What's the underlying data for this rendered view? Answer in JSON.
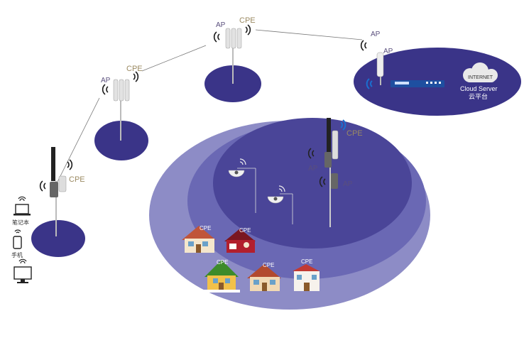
{
  "labels": {
    "ap": "AP",
    "cpe": "CPE",
    "internet": "INTERNET",
    "cloud_server": "Cloud Server",
    "cloud_platform": "云平台",
    "laptop": "笔记本",
    "phone": "手机"
  },
  "colors": {
    "disc": "#3a3488",
    "outer_ellipse": "#8d8cc6",
    "middle_ellipse": "#6a68b4",
    "inner_ellipse": "#4a4598",
    "wifi_blue": "#1a6fd0",
    "wifi_dark": "#222222",
    "cpe_text": "#9b8a62",
    "router_blue": "#1e4fa0"
  }
}
